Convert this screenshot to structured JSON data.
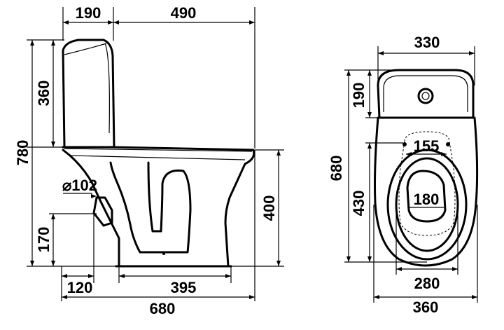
{
  "side_view": {
    "dims": {
      "tank_depth": "190",
      "bowl_length": "490",
      "tank_height": "360",
      "total_height": "780",
      "outlet_diameter": "⌀102",
      "outlet_height": "170",
      "seat_height": "400",
      "outlet_offset": "120",
      "base_length": "395",
      "total_length": "680"
    }
  },
  "top_view": {
    "dims": {
      "tank_width": "330",
      "tank_depth": "190",
      "total_depth": "680",
      "hinge_spacing": "155",
      "bowl_depth": "430",
      "inner_opening": "180",
      "base_width": "280",
      "total_width": "360"
    }
  }
}
